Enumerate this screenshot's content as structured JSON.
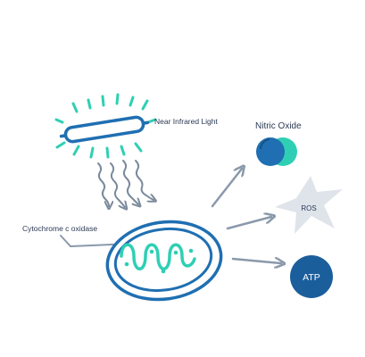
{
  "labels": {
    "light": "Near Infrared Light",
    "nitric_oxide": "Nitric Oxide",
    "ros": "ROS",
    "cytochrome": "Cytochrome c oxidase",
    "atp": "ATP"
  },
  "colors": {
    "blue": "#1f6fb2",
    "teal": "#2fcfb4",
    "arrow": "#8a99ab",
    "wave": "#7b8a9c",
    "star": "#dfe4ea",
    "dark_blue": "#1b5e9c",
    "label": "#2b3a55"
  }
}
